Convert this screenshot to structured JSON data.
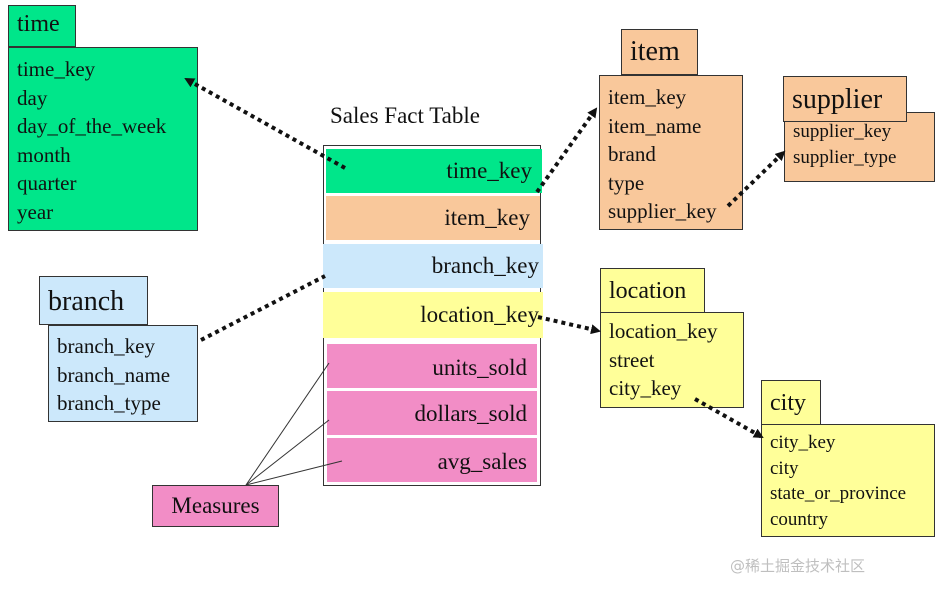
{
  "colors": {
    "time": "#00e68a",
    "item": "#f9c89b",
    "supplier": "#f9c89b",
    "branch": "#cce8fb",
    "location": "#ffff99",
    "city": "#ffff99",
    "measure": "#f28dc6"
  },
  "fact_table": {
    "title": "Sales Fact Table",
    "rows": [
      "time_key",
      "item_key",
      "branch_key",
      "location_key",
      "units_sold",
      "dollars_sold",
      "avg_sales"
    ]
  },
  "measures_label": "Measures",
  "dimensions": {
    "time": {
      "title": "time",
      "attributes": [
        "time_key",
        "day",
        "day_of_the_week",
        "month",
        "quarter",
        "year"
      ]
    },
    "item": {
      "title": "item",
      "attributes": [
        "item_key",
        "item_name",
        "brand",
        "type",
        "supplier_key"
      ]
    },
    "supplier": {
      "title": "supplier",
      "attributes": [
        "supplier_key",
        "supplier_type"
      ]
    },
    "branch": {
      "title": "branch",
      "attributes": [
        "branch_key",
        "branch_name",
        "branch_type"
      ]
    },
    "location": {
      "title": "location",
      "attributes": [
        "location_key",
        "street",
        "city_key"
      ]
    },
    "city": {
      "title": "city",
      "attributes": [
        "city_key",
        "city",
        "state_or_province",
        "country"
      ]
    }
  },
  "watermark": "@稀土掘金技术社区"
}
